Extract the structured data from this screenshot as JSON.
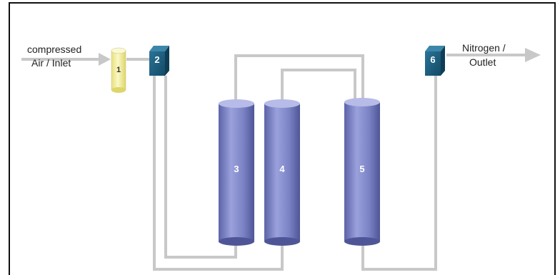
{
  "labels": {
    "inlet_line1": "compressed",
    "inlet_line2": "Air / Inlet",
    "outlet_line1": "Nitrogen /",
    "outlet_line2": "Outlet"
  },
  "components": {
    "filter": "1",
    "inlet_valve": "2",
    "tank_a": "3",
    "tank_b": "4",
    "tank_c": "5",
    "outlet_valve": "6"
  },
  "colors": {
    "pipe": "#c8c8c8",
    "valve": "#1f5f80",
    "tank": "#7d85c4",
    "filter": "#f3f0a0",
    "frame": "#111111"
  }
}
